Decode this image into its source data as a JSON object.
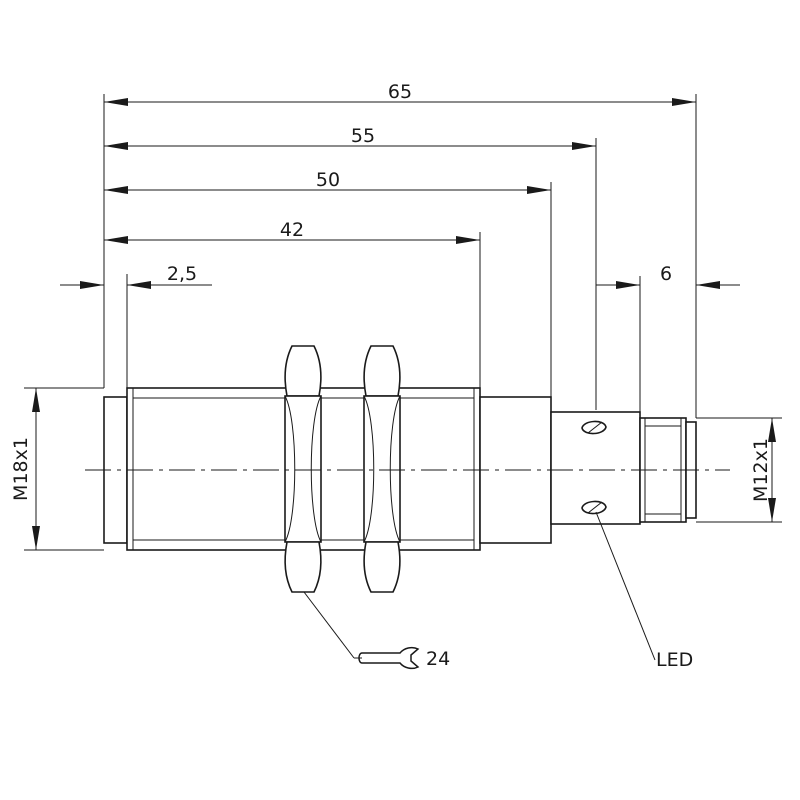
{
  "dimensions": {
    "total_length": "65",
    "length_to_led": "55",
    "housing_length": "50",
    "thread_length": "42",
    "front_cap": "2,5",
    "connector_length": "6"
  },
  "thread_labels": {
    "sensing_thread": "M18x1",
    "connector_thread": "M12x1"
  },
  "callouts": {
    "wrench_size": "24",
    "led": "LED"
  }
}
